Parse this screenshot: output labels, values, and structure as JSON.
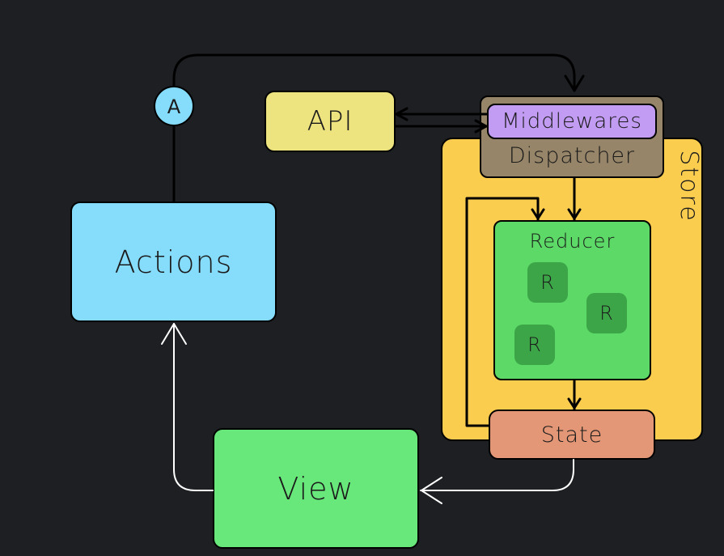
{
  "diagram": {
    "actions_label": "Actions",
    "action_node_label": "A",
    "api_label": "API",
    "middlewares_label": "Middlewares",
    "dispatcher_label": "Dispatcher",
    "store_label": "Store",
    "reducer_label": "Reducer",
    "reducer_items": [
      "R",
      "R",
      "R"
    ],
    "state_label": "State",
    "view_label": "View"
  },
  "colors": {
    "background": "#1d1f23",
    "actions": "#86dcfb",
    "api": "#ede37f",
    "middlewares": "#c19cf2",
    "dispatcher": "#968568",
    "store": "#fbcd4f",
    "reducer": "#5cd966",
    "reducer_item": "#3ca547",
    "state": "#e39776",
    "view": "#68e87a"
  }
}
